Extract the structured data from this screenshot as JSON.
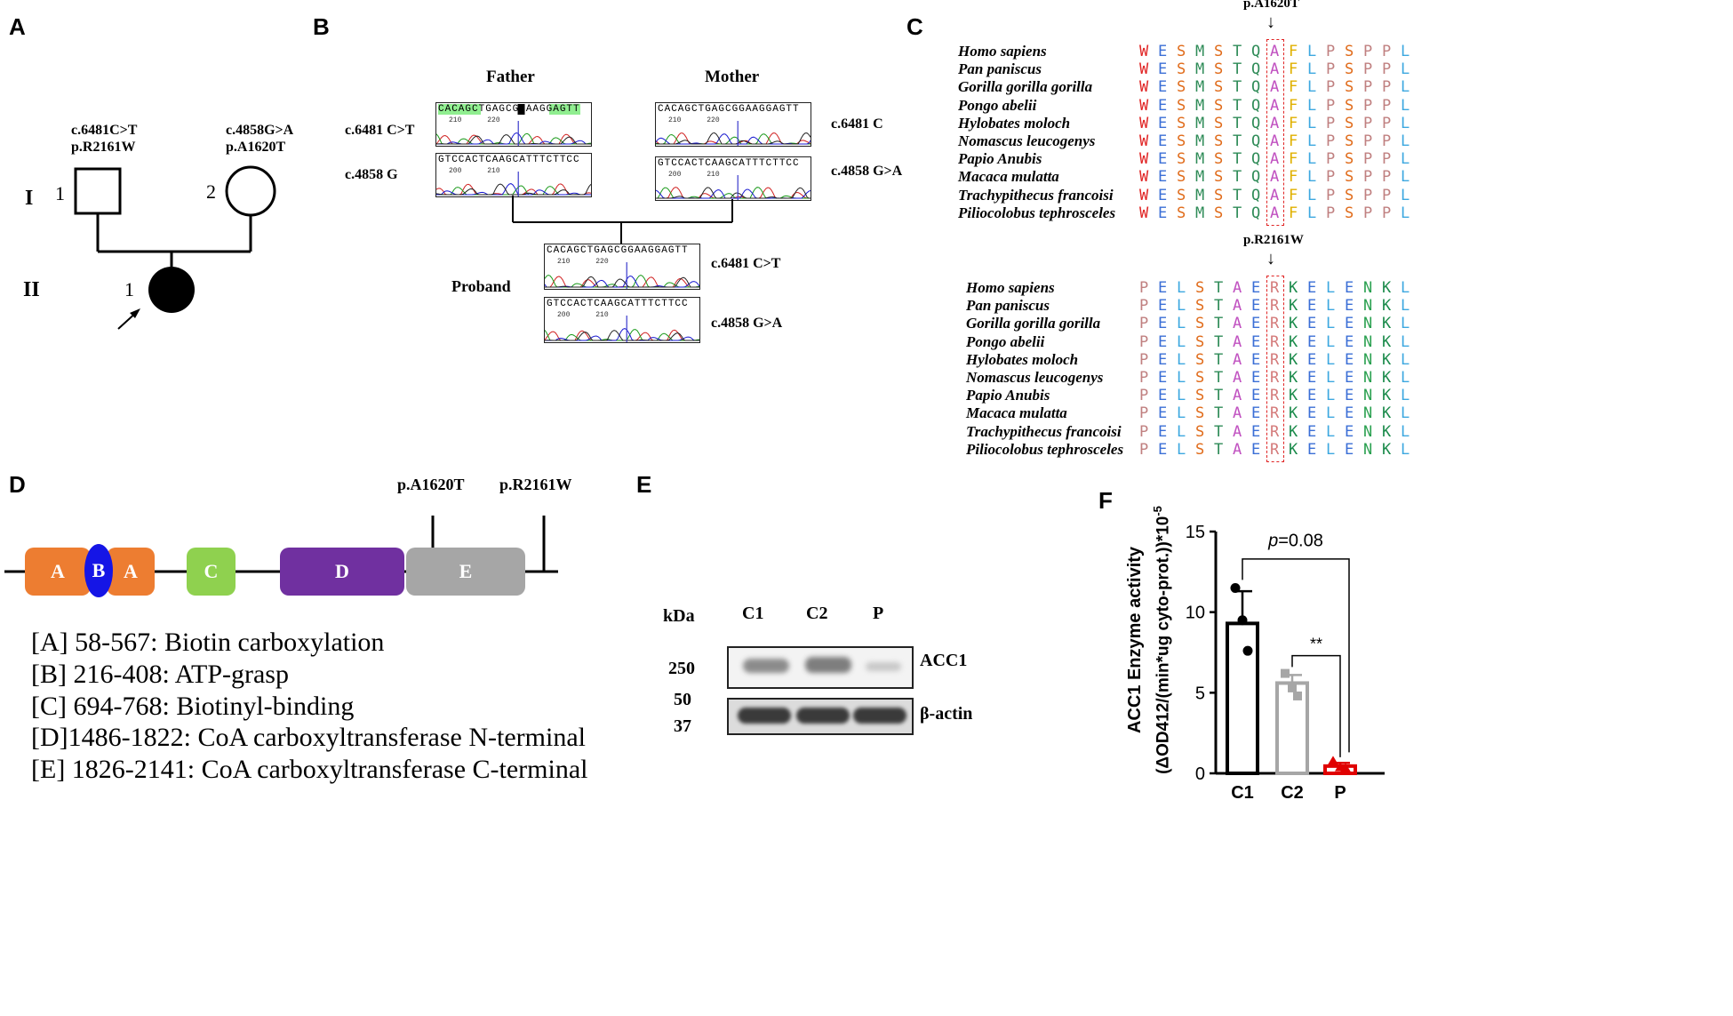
{
  "panels": {
    "A": "A",
    "B": "B",
    "C": "C",
    "D": "D",
    "E": "E",
    "F": "F"
  },
  "pedigree": {
    "gen1": "I",
    "gen2": "II",
    "father_num": "1",
    "mother_num": "2",
    "proband_num": "1",
    "father_variant": [
      "c.6481C>T",
      "p.R2161W"
    ],
    "mother_variant": [
      "c.4858G>A",
      "p.A1620T"
    ]
  },
  "sequencing": {
    "father_label": "Father",
    "mother_label": "Mother",
    "proband_label": "Proband",
    "father_top": "c.6481 C>T",
    "father_bottom": "c.4858 G",
    "mother_top": "c.6481 C",
    "mother_bottom": "c.4858 G>A",
    "proband_top": "c.6481 C>T",
    "proband_bottom": "c.4858 G>A",
    "seq_a": "CACAGCTGAGCGGAAGGAGTT",
    "seq_b": "GTCCACTCAAGCATTTCTTCC",
    "ticks_a": [
      "210",
      "220"
    ],
    "ticks_b": [
      "200",
      "210"
    ]
  },
  "alignment": {
    "species": [
      "Homo sapiens",
      "Pan paniscus",
      "Gorilla gorilla gorilla",
      "Pongo abelii",
      "Hylobates moloch",
      "Nomascus leucogenys",
      "Papio Anubis",
      "Macaca mulatta",
      "Trachypithecus francoisi",
      "Piliocolobus tephrosceles"
    ],
    "site1_label": "p.A1620T",
    "site1_seq": [
      "W",
      "E",
      "S",
      "M",
      "S",
      "T",
      "Q",
      "A",
      "F",
      "L",
      "P",
      "S",
      "P",
      "P",
      "L"
    ],
    "site2_label": "p.R2161W",
    "site2_seq": [
      "P",
      "E",
      "L",
      "S",
      "T",
      "A",
      "E",
      "R",
      "K",
      "E",
      "L",
      "E",
      "N",
      "K",
      "L"
    ],
    "highlight_index": 7
  },
  "domains": {
    "site1": "p.A1620T",
    "site2": "p.R2161W",
    "boxes": [
      {
        "letter": "A",
        "color": "#ed7d31"
      },
      {
        "letter": "B",
        "color": "#1515e6"
      },
      {
        "letter": "A",
        "color": "#ed7d31"
      },
      {
        "letter": "C",
        "color": "#8fd14f"
      },
      {
        "letter": "D",
        "color": "#7030a0"
      },
      {
        "letter": "E",
        "color": "#a6a6a6"
      }
    ],
    "legend": [
      "[A] 58-567: Biotin carboxylation",
      "[B] 216-408: ATP-grasp",
      "[C] 694-768: Biotinyl-binding",
      "[D]1486-1822: CoA carboxyltransferase N-terminal",
      "[E] 1826-2141: CoA carboxyltransferase C-terminal"
    ]
  },
  "western": {
    "kda_label": "kDa",
    "lanes": [
      "C1",
      "C2",
      "P"
    ],
    "markers": [
      "250",
      "50",
      "37"
    ],
    "band1": "ACC1",
    "band2": "β-actin"
  },
  "chart_data": {
    "type": "bar",
    "categories": [
      "C1",
      "C2",
      "P"
    ],
    "values": [
      9.3,
      5.6,
      0.45
    ],
    "errors": [
      2.0,
      0.5,
      0.2
    ],
    "points": [
      [
        11.5,
        9.5,
        7.6
      ],
      [
        6.2,
        5.3,
        4.8
      ],
      [
        0.75,
        0.35,
        0.3
      ]
    ],
    "colors": [
      "#000000",
      "#a6a6a6",
      "#e00000"
    ],
    "ylabel_line1": "ACC1 Enzyme activity",
    "ylabel_line2": "(ΔOD412/(min*ug cyto-prot.))*10",
    "ylabel_exp": "-5",
    "yticks": [
      0,
      5,
      10,
      15
    ],
    "ylim": [
      0,
      15
    ],
    "annot_p": "p",
    "annot_value": "=0.08",
    "annot_star": "**"
  }
}
